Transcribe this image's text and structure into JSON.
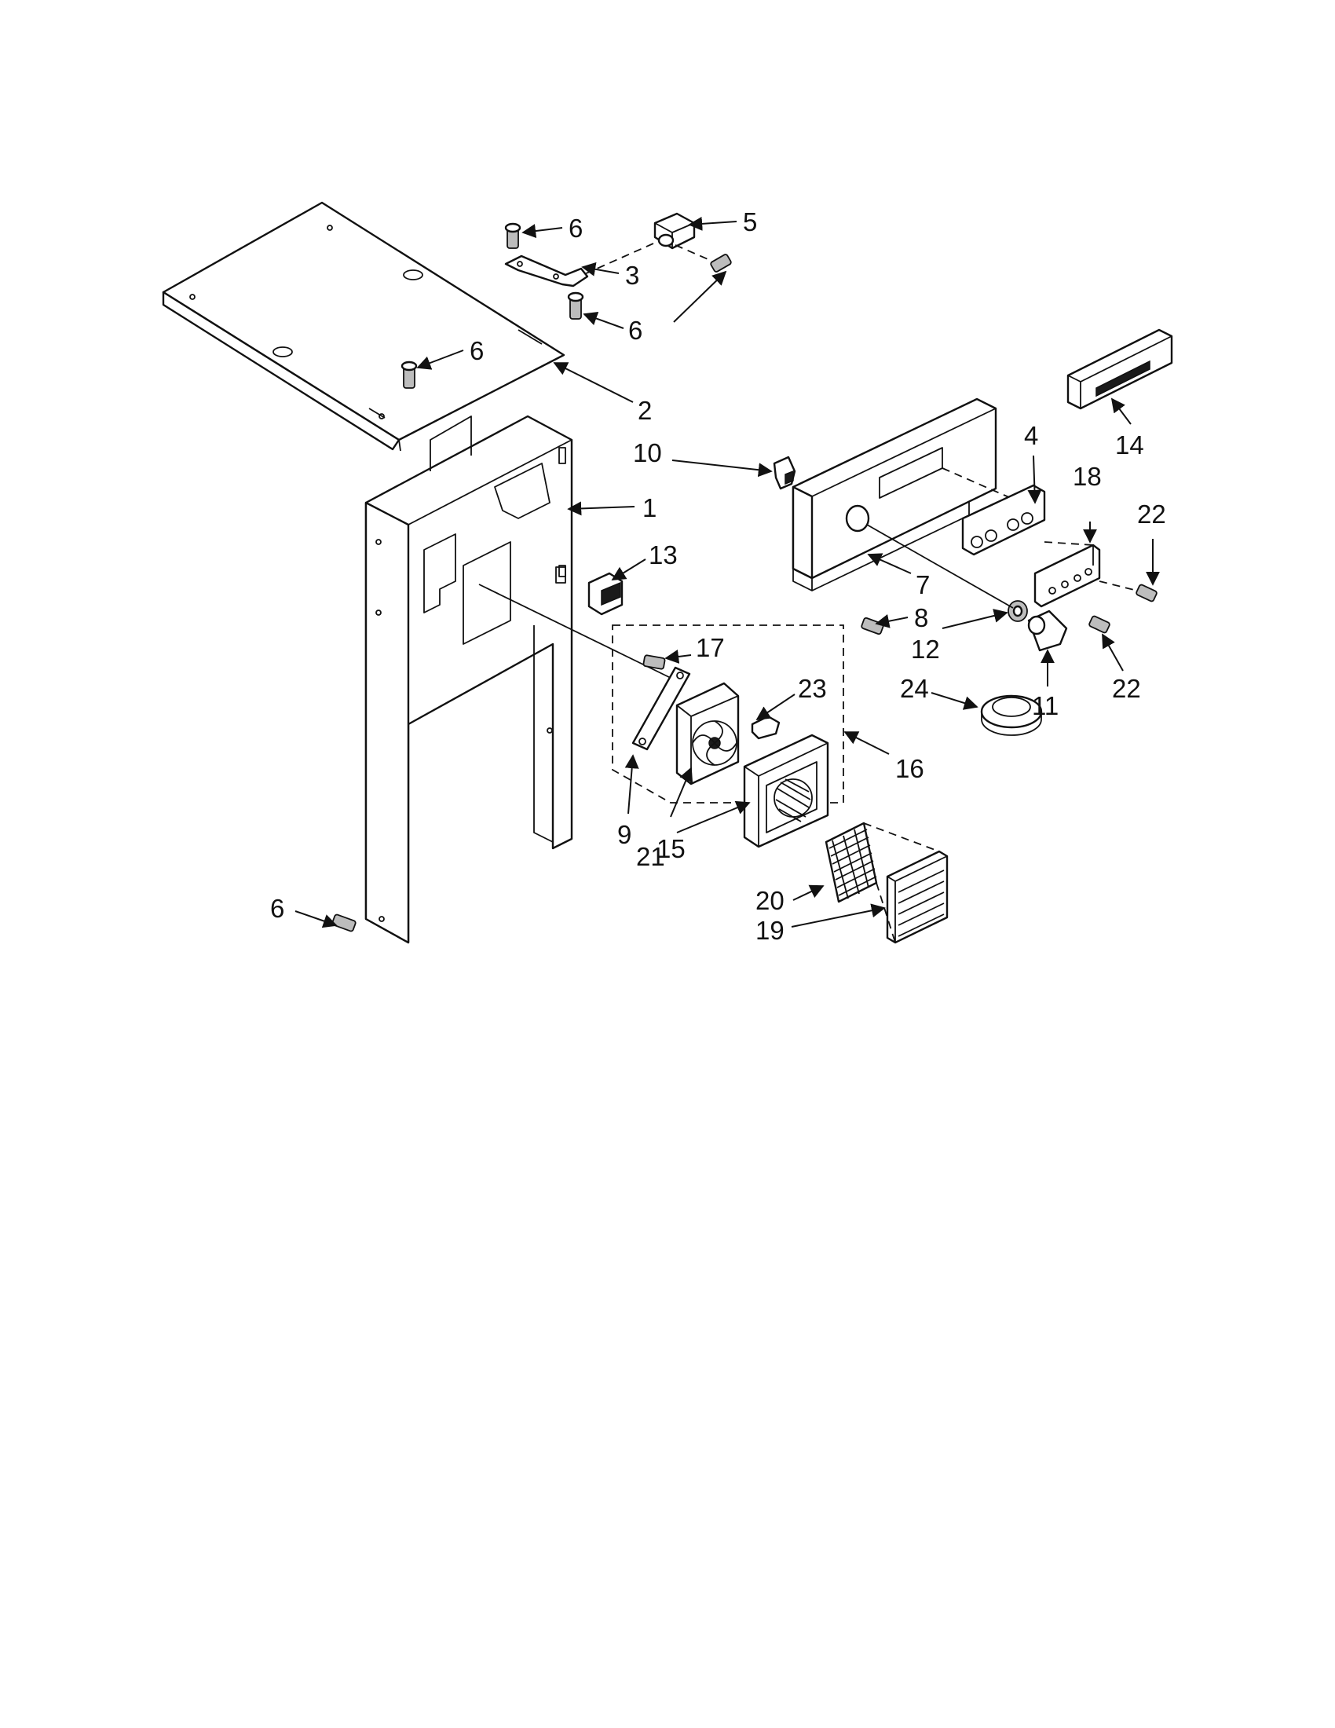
{
  "callouts": [
    {
      "id": "1",
      "label": "1"
    },
    {
      "id": "2",
      "label": "2"
    },
    {
      "id": "3",
      "label": "3"
    },
    {
      "id": "4",
      "label": "4"
    },
    {
      "id": "5",
      "label": "5"
    },
    {
      "id": "6a",
      "label": "6"
    },
    {
      "id": "6b",
      "label": "6"
    },
    {
      "id": "6c",
      "label": "6"
    },
    {
      "id": "6d",
      "label": "6"
    },
    {
      "id": "7",
      "label": "7"
    },
    {
      "id": "8",
      "label": "8"
    },
    {
      "id": "9",
      "label": "9"
    },
    {
      "id": "10",
      "label": "10"
    },
    {
      "id": "11",
      "label": "11"
    },
    {
      "id": "12",
      "label": "12"
    },
    {
      "id": "13",
      "label": "13"
    },
    {
      "id": "14",
      "label": "14"
    },
    {
      "id": "15",
      "label": "15"
    },
    {
      "id": "16",
      "label": "16"
    },
    {
      "id": "17",
      "label": "17"
    },
    {
      "id": "18",
      "label": "18"
    },
    {
      "id": "19",
      "label": "19"
    },
    {
      "id": "20",
      "label": "20"
    },
    {
      "id": "21",
      "label": "21"
    },
    {
      "id": "22a",
      "label": "22"
    },
    {
      "id": "22b",
      "label": "22"
    },
    {
      "id": "23",
      "label": "23"
    },
    {
      "id": "24",
      "label": "24"
    }
  ]
}
